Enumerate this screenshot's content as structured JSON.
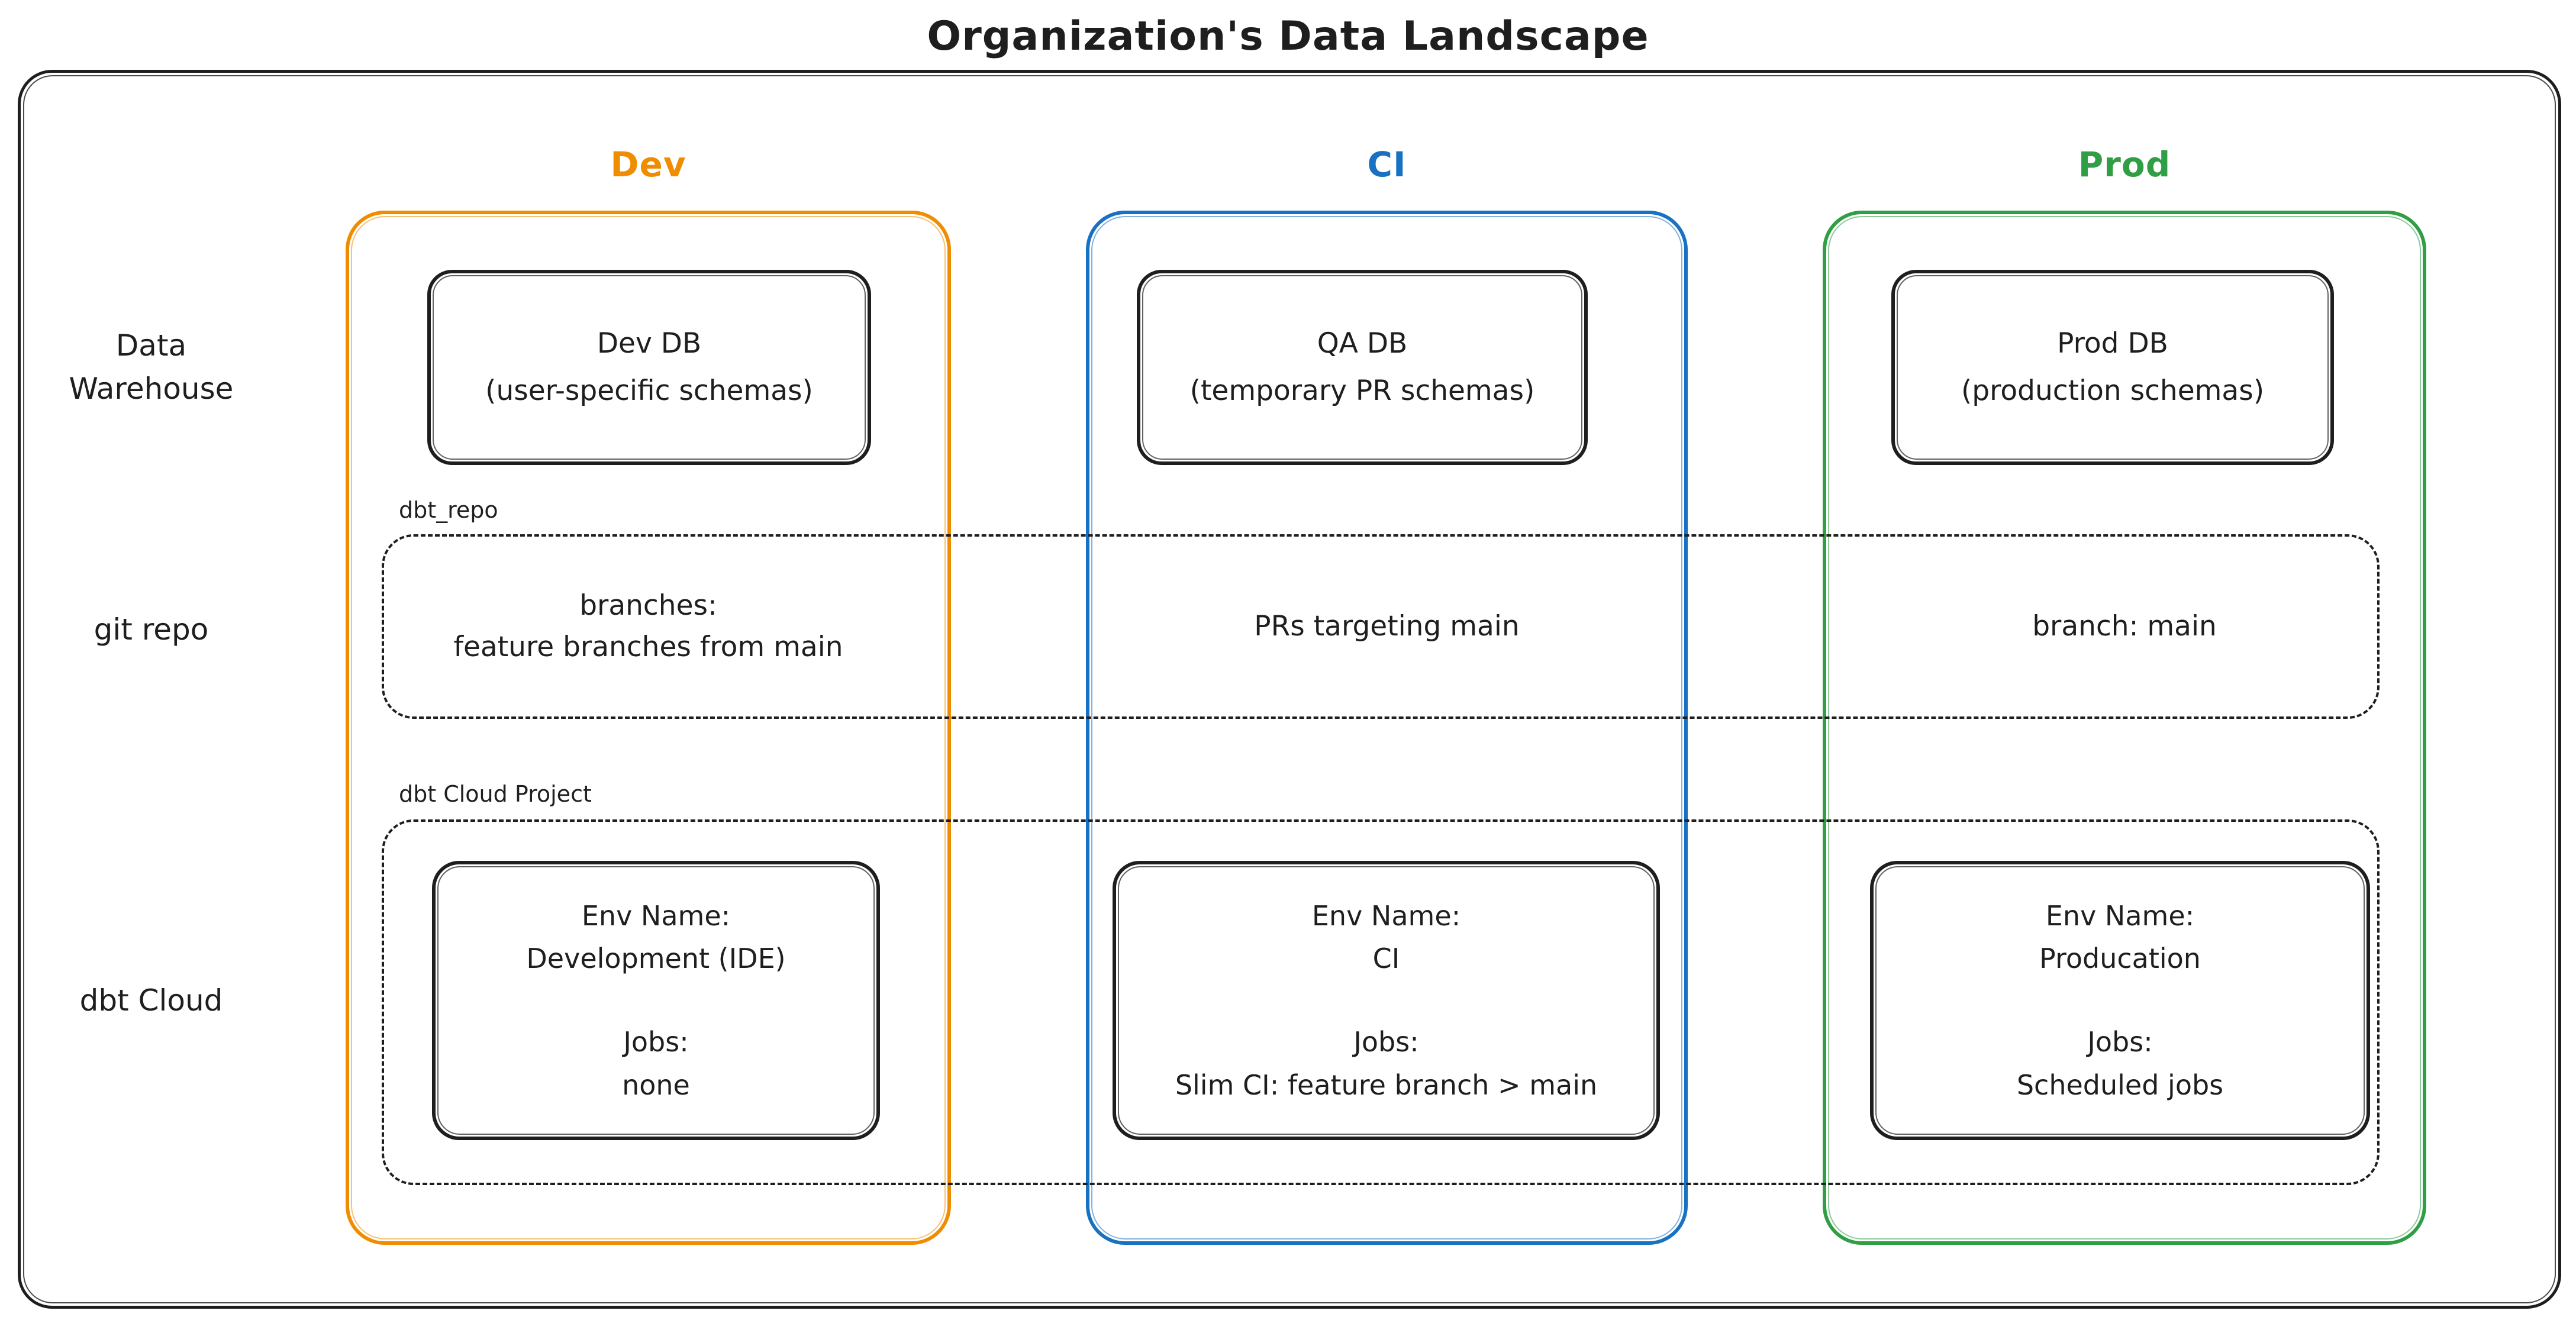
{
  "title": "Organization's Data Landscape",
  "colors": {
    "dev_accent": "#f08c00",
    "ci_accent": "#1971c2",
    "prod_accent": "#2f9e44",
    "ink": "#1e1e1e",
    "background": "#ffffff"
  },
  "row_labels": {
    "warehouse": "Data Warehouse",
    "git": "git repo",
    "dbt": "dbt Cloud"
  },
  "bands": {
    "git_repo_label": "dbt_repo",
    "dbt_cloud_label": "dbt Cloud Project"
  },
  "columns": [
    {
      "header": "Dev",
      "db_title": "Dev DB",
      "db_subtitle": "(user-specific schemas)",
      "git_text": "branches:\nfeature branches from main",
      "env_label": "Env Name:",
      "env_name": "Development (IDE)",
      "jobs_label": "Jobs:",
      "jobs": "none"
    },
    {
      "header": "CI",
      "db_title": "QA DB",
      "db_subtitle": "(temporary PR schemas)",
      "git_text": "PRs targeting main",
      "env_label": "Env Name:",
      "env_name": "CI",
      "jobs_label": "Jobs:",
      "jobs": "Slim CI: feature branch > main"
    },
    {
      "header": "Prod",
      "db_title": "Prod DB",
      "db_subtitle": "(production schemas)",
      "git_text": "branch: main",
      "env_label": "Env Name:",
      "env_name": "Producation",
      "jobs_label": "Jobs:",
      "jobs": "Scheduled jobs"
    }
  ]
}
